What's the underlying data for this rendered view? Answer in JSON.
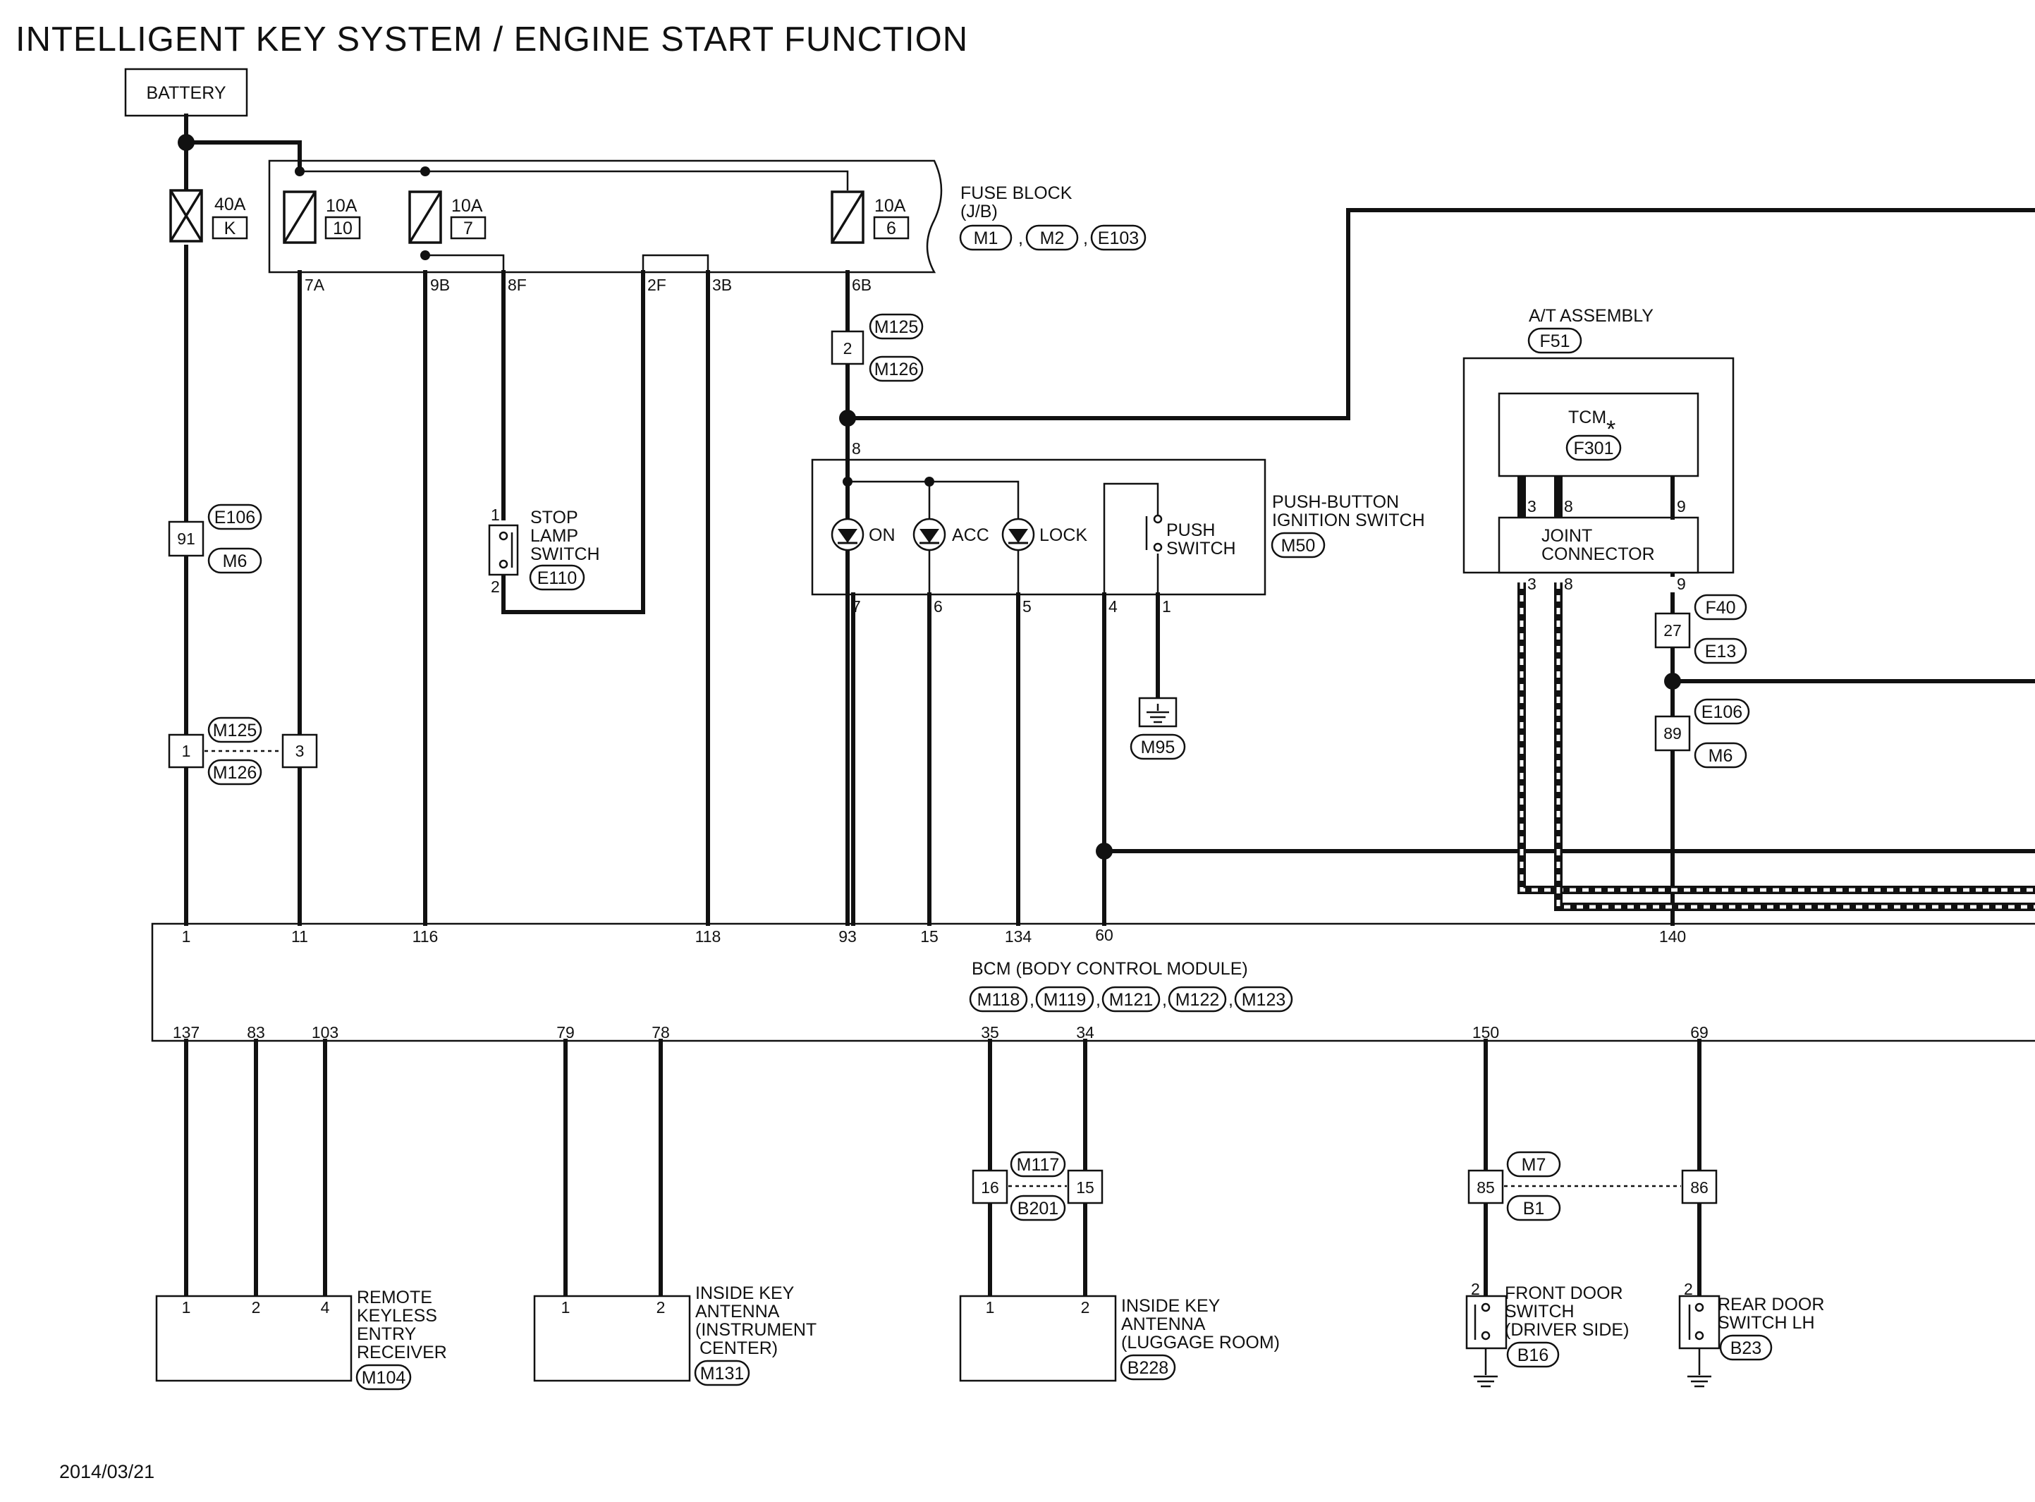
{
  "title": "INTELLIGENT KEY SYSTEM / ENGINE START FUNCTION",
  "date": "2014/03/21",
  "battery": "BATTERY",
  "fuse_40a": {
    "rating": "40A",
    "id": "K"
  },
  "fuse_block": {
    "label": "FUSE BLOCK",
    "sub": "(J/B)",
    "connectors": [
      "M1",
      "M2",
      "E103"
    ],
    "fuses": [
      {
        "rating": "10A",
        "id": "10"
      },
      {
        "rating": "10A",
        "id": "7"
      },
      {
        "rating": "10A",
        "id": "6"
      }
    ],
    "terminals": [
      "7A",
      "9B",
      "8F",
      "2F",
      "3B",
      "6B"
    ]
  },
  "conn_m125_top": {
    "pin": "2",
    "top": "M125",
    "bottom": "M126"
  },
  "conn_e106_left": {
    "pin": "91",
    "top": "E106",
    "bottom": "M6"
  },
  "conn_m125_left": {
    "pins": [
      "1",
      "3"
    ],
    "top": "M125",
    "bottom": "M126"
  },
  "stop_lamp": {
    "lines": [
      "STOP",
      "LAMP",
      "SWITCH"
    ],
    "conn": "E110",
    "pins": [
      "1",
      "2"
    ]
  },
  "push_button": {
    "title1": "PUSH-BUTTON",
    "title2": "IGNITION SWITCH",
    "conn": "M50",
    "top_pin": "8",
    "leds": [
      "ON",
      "ACC",
      "LOCK"
    ],
    "switch1": "PUSH",
    "switch2": "SWITCH",
    "bottom_pins": [
      "7",
      "6",
      "5",
      "4",
      "1"
    ],
    "ground": "M95"
  },
  "at_assembly": {
    "label": "A/T ASSEMBLY",
    "conn": "F51",
    "tcm": "TCM",
    "tcm_mark": "*",
    "tcm_conn": "F301",
    "joint1": "JOINT",
    "joint2": "CONNECTOR",
    "pins_top": [
      "3",
      "8",
      "9"
    ],
    "pins_bottom": [
      "3",
      "8",
      "9"
    ]
  },
  "conn_f40": {
    "pin": "27",
    "top": "F40",
    "bottom": "E13"
  },
  "conn_e106_right": {
    "pin": "89",
    "top": "E106",
    "bottom": "M6"
  },
  "bcm": {
    "label": "BCM (BODY CONTROL MODULE)",
    "connectors": [
      "M118",
      "M119",
      "M121",
      "M122",
      "M123"
    ],
    "top_pins": [
      "1",
      "11",
      "116",
      "118",
      "93",
      "15",
      "134",
      "60",
      "140"
    ],
    "bottom_pins": [
      "137",
      "83",
      "103",
      "79",
      "78",
      "35",
      "34",
      "150",
      "69"
    ]
  },
  "remote_keyless": {
    "lines": [
      "REMOTE",
      "KEYLESS",
      "ENTRY",
      "RECEIVER"
    ],
    "conn": "M104",
    "pins": [
      "1",
      "2",
      "4"
    ]
  },
  "antenna_instrument": {
    "lines": [
      "INSIDE KEY",
      "ANTENNA",
      "(INSTRUMENT",
      "CENTER)"
    ],
    "conn": "M131",
    "pins": [
      "1",
      "2"
    ]
  },
  "conn_m117": {
    "pins": [
      "16",
      "15"
    ],
    "top": "M117",
    "bottom": "B201"
  },
  "antenna_luggage": {
    "lines": [
      "INSIDE KEY",
      "ANTENNA",
      "(LUGGAGE ROOM)"
    ],
    "conn": "B228",
    "pins": [
      "1",
      "2"
    ]
  },
  "conn_m7": {
    "pins": [
      "85",
      "86"
    ],
    "top": "M7",
    "bottom": "B1"
  },
  "front_door": {
    "lines": [
      "FRONT DOOR",
      "SWITCH",
      "(DRIVER SIDE)"
    ],
    "conn": "B16",
    "pin": "2"
  },
  "rear_door": {
    "lines": [
      "REAR DOOR",
      "SWITCH LH"
    ],
    "conn": "B23",
    "pin": "2"
  }
}
